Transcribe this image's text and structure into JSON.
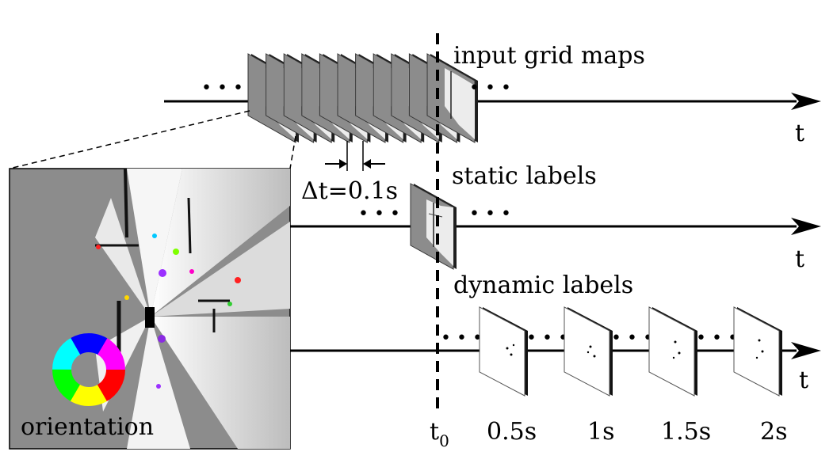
{
  "labels": {
    "input_grid_maps": "input grid maps",
    "static_labels": "static labels",
    "dynamic_labels": "dynamic labels",
    "axis_t": "t",
    "delta_t": "Δt=0.1s",
    "t0_main": "t",
    "t0_sub": "0",
    "orientation": "orientation",
    "ellipsis": "• • •"
  },
  "timeline_ticks": [
    "0.5s",
    "1s",
    "1.5s",
    "2s"
  ],
  "colors": {
    "grid_gray": "#8c8c8c",
    "line": "#000000",
    "background": "#ffffff"
  },
  "input_frame_count": 11
}
